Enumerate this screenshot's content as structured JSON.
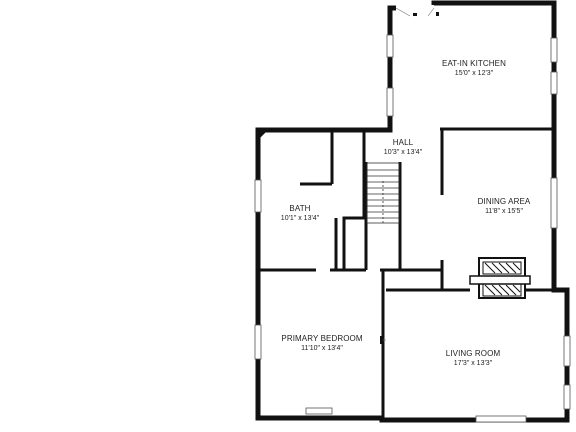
{
  "floor_plan": {
    "rooms": [
      {
        "id": "eat-in-kitchen",
        "name": "EAT-IN KITCHEN",
        "dims": "15'0\" x 12'3\""
      },
      {
        "id": "hall",
        "name": "HALL",
        "dims": "10'3\" x 13'4\""
      },
      {
        "id": "bath",
        "name": "BATH",
        "dims": "10'1\" x 13'4\""
      },
      {
        "id": "dining-area",
        "name": "DINING AREA",
        "dims": "11'8\" x 15'5\""
      },
      {
        "id": "primary-bedroom",
        "name": "PRIMARY BEDROOM",
        "dims": "11'10\" x 13'4\""
      },
      {
        "id": "living-room",
        "name": "LIVING ROOM",
        "dims": "17'3\" x 13'3\""
      }
    ]
  }
}
